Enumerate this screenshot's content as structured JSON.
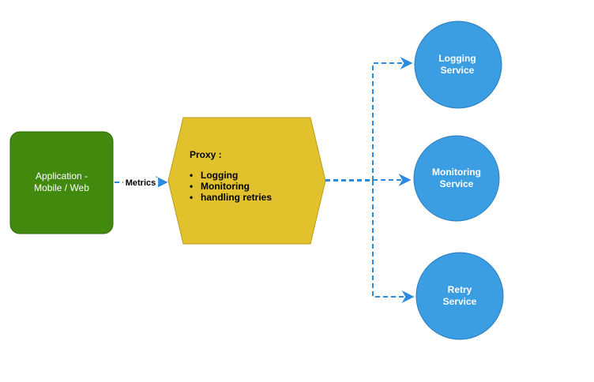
{
  "diagram": {
    "application": {
      "label": "Application -\nMobile / Web"
    },
    "edge_metrics_label": "Metrics",
    "proxy": {
      "title": "Proxy :",
      "items": [
        "Logging",
        "Monitoring",
        "handling retries"
      ]
    },
    "services": {
      "logging": "Logging\nService",
      "monitoring": "Monitoring\nService",
      "retry": "Retry\nService"
    },
    "colors": {
      "application_fill": "#418a0e",
      "application_stroke": "#2e6b0a",
      "proxy_fill": "#e2c22c",
      "proxy_stroke": "#b89b19",
      "service_fill": "#3c9ee2",
      "service_stroke": "#2a7cc0",
      "edge": "#2b8be0"
    }
  }
}
